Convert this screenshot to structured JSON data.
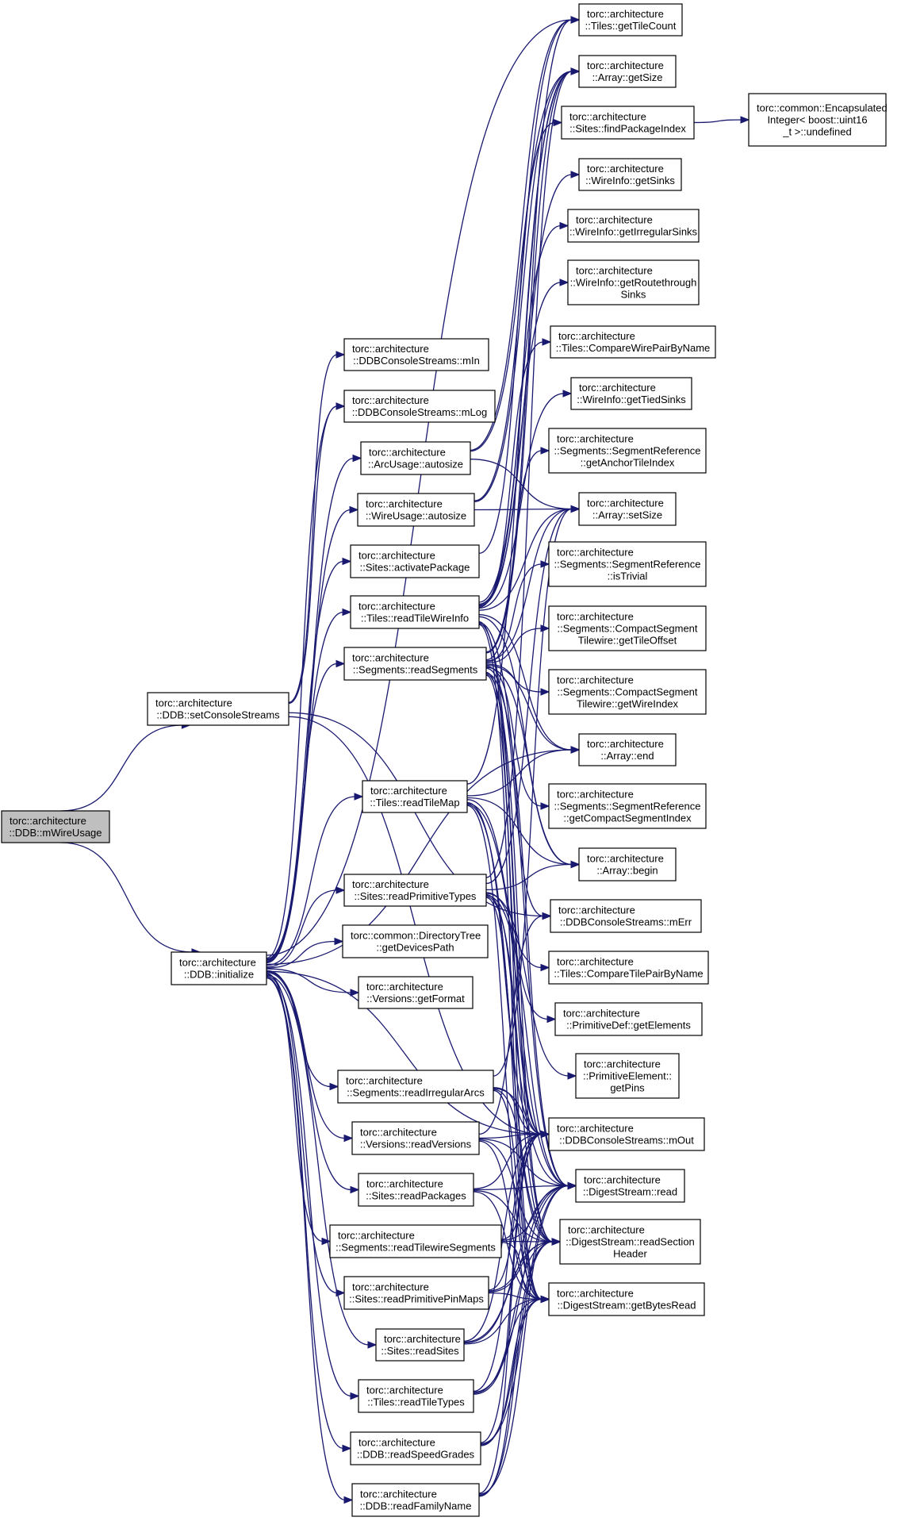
{
  "diagram": {
    "colors": {
      "edge": "#191970",
      "node_border": "#000000",
      "root_fill": "#bfbfbf",
      "node_fill": "#ffffff"
    },
    "nodes": [
      {
        "id": "mWireUsage",
        "lines": [
          "torc::architecture",
          "::DDB::mWireUsage"
        ],
        "root": true
      },
      {
        "id": "setConsoleStreams",
        "lines": [
          "torc::architecture",
          "::DDB::setConsoleStreams"
        ]
      },
      {
        "id": "initialize",
        "lines": [
          "torc::architecture",
          "::DDB::initialize"
        ]
      },
      {
        "id": "mIn",
        "lines": [
          "torc::architecture",
          "::DDBConsoleStreams::mIn"
        ]
      },
      {
        "id": "mLog",
        "lines": [
          "torc::architecture",
          "::DDBConsoleStreams::mLog"
        ]
      },
      {
        "id": "arcAutosize",
        "lines": [
          "torc::architecture",
          "::ArcUsage::autosize"
        ]
      },
      {
        "id": "wireAutosize",
        "lines": [
          "torc::architecture",
          "::WireUsage::autosize"
        ]
      },
      {
        "id": "activatePackage",
        "lines": [
          "torc::architecture",
          "::Sites::activatePackage"
        ]
      },
      {
        "id": "readTileWireInfo",
        "lines": [
          "torc::architecture",
          "::Tiles::readTileWireInfo"
        ]
      },
      {
        "id": "readSegments",
        "lines": [
          "torc::architecture",
          "::Segments::readSegments"
        ]
      },
      {
        "id": "readTileMap",
        "lines": [
          "torc::architecture",
          "::Tiles::readTileMap"
        ]
      },
      {
        "id": "readPrimitiveTypes",
        "lines": [
          "torc::architecture",
          "::Sites::readPrimitiveTypes"
        ]
      },
      {
        "id": "getDevicesPath",
        "lines": [
          "torc::common::DirectoryTree",
          "::getDevicesPath"
        ]
      },
      {
        "id": "getFormat",
        "lines": [
          "torc::architecture",
          "::Versions::getFormat"
        ]
      },
      {
        "id": "readIrregularArcs",
        "lines": [
          "torc::architecture",
          "::Segments::readIrregularArcs"
        ]
      },
      {
        "id": "readVersions",
        "lines": [
          "torc::architecture",
          "::Versions::readVersions"
        ]
      },
      {
        "id": "readPackages",
        "lines": [
          "torc::architecture",
          "::Sites::readPackages"
        ]
      },
      {
        "id": "readTilewireSegments",
        "lines": [
          "torc::architecture",
          "::Segments::readTilewireSegments"
        ]
      },
      {
        "id": "readPrimitivePinMaps",
        "lines": [
          "torc::architecture",
          "::Sites::readPrimitivePinMaps"
        ]
      },
      {
        "id": "readSites",
        "lines": [
          "torc::architecture",
          "::Sites::readSites"
        ]
      },
      {
        "id": "readTileTypes",
        "lines": [
          "torc::architecture",
          "::Tiles::readTileTypes"
        ]
      },
      {
        "id": "readSpeedGrades",
        "lines": [
          "torc::architecture",
          "::DDB::readSpeedGrades"
        ]
      },
      {
        "id": "readFamilyName",
        "lines": [
          "torc::architecture",
          "::DDB::readFamilyName"
        ]
      },
      {
        "id": "getTileCount",
        "lines": [
          "torc::architecture",
          "::Tiles::getTileCount"
        ]
      },
      {
        "id": "arrayGetSize",
        "lines": [
          "torc::architecture",
          "::Array::getSize"
        ]
      },
      {
        "id": "findPackageIndex",
        "lines": [
          "torc::architecture",
          "::Sites::findPackageIndex"
        ]
      },
      {
        "id": "getSinks",
        "lines": [
          "torc::architecture",
          "::WireInfo::getSinks"
        ]
      },
      {
        "id": "getIrregularSinks",
        "lines": [
          "torc::architecture",
          "::WireInfo::getIrregularSinks"
        ]
      },
      {
        "id": "getRoutethroughSinks",
        "lines": [
          "torc::architecture",
          "::WireInfo::getRoutethrough",
          "Sinks"
        ]
      },
      {
        "id": "compareWirePair",
        "lines": [
          "torc::architecture",
          "::Tiles::CompareWirePairByName"
        ]
      },
      {
        "id": "getTiedSinks",
        "lines": [
          "torc::architecture",
          "::WireInfo::getTiedSinks"
        ]
      },
      {
        "id": "getAnchorTileIndex",
        "lines": [
          "torc::architecture",
          "::Segments::SegmentReference",
          "::getAnchorTileIndex"
        ]
      },
      {
        "id": "arraySetSize",
        "lines": [
          "torc::architecture",
          "::Array::setSize"
        ]
      },
      {
        "id": "isTrivial",
        "lines": [
          "torc::architecture",
          "::Segments::SegmentReference",
          "::isTrivial"
        ]
      },
      {
        "id": "getTileOffset",
        "lines": [
          "torc::architecture",
          "::Segments::CompactSegment",
          "Tilewire::getTileOffset"
        ]
      },
      {
        "id": "getWireIndex",
        "lines": [
          "torc::architecture",
          "::Segments::CompactSegment",
          "Tilewire::getWireIndex"
        ]
      },
      {
        "id": "arrayEnd",
        "lines": [
          "torc::architecture",
          "::Array::end"
        ]
      },
      {
        "id": "getCompactSegmentIndex",
        "lines": [
          "torc::architecture",
          "::Segments::SegmentReference",
          "::getCompactSegmentIndex"
        ]
      },
      {
        "id": "arrayBegin",
        "lines": [
          "torc::architecture",
          "::Array::begin"
        ]
      },
      {
        "id": "mErr",
        "lines": [
          "torc::architecture",
          "::DDBConsoleStreams::mErr"
        ]
      },
      {
        "id": "compareTilePair",
        "lines": [
          "torc::architecture",
          "::Tiles::CompareTilePairByName"
        ]
      },
      {
        "id": "getElements",
        "lines": [
          "torc::architecture",
          "::PrimitiveDef::getElements"
        ]
      },
      {
        "id": "getPins",
        "lines": [
          "torc::architecture",
          "::PrimitiveElement::",
          "getPins"
        ]
      },
      {
        "id": "mOut",
        "lines": [
          "torc::architecture",
          "::DDBConsoleStreams::mOut"
        ]
      },
      {
        "id": "dsRead",
        "lines": [
          "torc::architecture",
          "::DigestStream::read"
        ]
      },
      {
        "id": "readSectionHeader",
        "lines": [
          "torc::architecture",
          "::DigestStream::readSection",
          "Header"
        ]
      },
      {
        "id": "getBytesRead",
        "lines": [
          "torc::architecture",
          "::DigestStream::getBytesRead"
        ]
      },
      {
        "id": "undefinedVal",
        "lines": [
          "torc::common::Encapsulated",
          "Integer< boost::uint16",
          "_t >::undefined"
        ]
      }
    ],
    "edges": [
      [
        "mWireUsage",
        "setConsoleStreams"
      ],
      [
        "mWireUsage",
        "initialize"
      ],
      [
        "setConsoleStreams",
        "mIn"
      ],
      [
        "setConsoleStreams",
        "mLog"
      ],
      [
        "setConsoleStreams",
        "mErr"
      ],
      [
        "setConsoleStreams",
        "mOut"
      ],
      [
        "initialize",
        "mLog"
      ],
      [
        "initialize",
        "arcAutosize"
      ],
      [
        "initialize",
        "wireAutosize"
      ],
      [
        "initialize",
        "activatePackage"
      ],
      [
        "initialize",
        "readTileWireInfo"
      ],
      [
        "initialize",
        "readSegments"
      ],
      [
        "initialize",
        "readTileMap"
      ],
      [
        "initialize",
        "readPrimitiveTypes"
      ],
      [
        "initialize",
        "getDevicesPath"
      ],
      [
        "initialize",
        "getFormat"
      ],
      [
        "initialize",
        "readIrregularArcs"
      ],
      [
        "initialize",
        "readVersions"
      ],
      [
        "initialize",
        "readPackages"
      ],
      [
        "initialize",
        "readTilewireSegments"
      ],
      [
        "initialize",
        "readPrimitivePinMaps"
      ],
      [
        "initialize",
        "readSites"
      ],
      [
        "initialize",
        "readTileTypes"
      ],
      [
        "initialize",
        "readSpeedGrades"
      ],
      [
        "initialize",
        "readFamilyName"
      ],
      [
        "initialize",
        "mOut"
      ],
      [
        "initialize",
        "arrayEnd"
      ],
      [
        "initialize",
        "getTileCount"
      ],
      [
        "arcAutosize",
        "getTileCount"
      ],
      [
        "arcAutosize",
        "arrayGetSize"
      ],
      [
        "arcAutosize",
        "arraySetSize"
      ],
      [
        "wireAutosize",
        "getTileCount"
      ],
      [
        "wireAutosize",
        "arrayGetSize"
      ],
      [
        "wireAutosize",
        "arraySetSize"
      ],
      [
        "activatePackage",
        "findPackageIndex"
      ],
      [
        "readTileWireInfo",
        "arrayGetSize"
      ],
      [
        "readTileWireInfo",
        "getSinks"
      ],
      [
        "readTileWireInfo",
        "getIrregularSinks"
      ],
      [
        "readTileWireInfo",
        "getRoutethroughSinks"
      ],
      [
        "readTileWireInfo",
        "compareWirePair"
      ],
      [
        "readTileWireInfo",
        "getTiedSinks"
      ],
      [
        "readTileWireInfo",
        "arraySetSize"
      ],
      [
        "readTileWireInfo",
        "arrayEnd"
      ],
      [
        "readTileWireInfo",
        "arrayBegin"
      ],
      [
        "readTileWireInfo",
        "mOut"
      ],
      [
        "readTileWireInfo",
        "dsRead"
      ],
      [
        "readTileWireInfo",
        "readSectionHeader"
      ],
      [
        "readTileWireInfo",
        "getBytesRead"
      ],
      [
        "readSegments",
        "getTileCount"
      ],
      [
        "readSegments",
        "arrayGetSize"
      ],
      [
        "readSegments",
        "getAnchorTileIndex"
      ],
      [
        "readSegments",
        "arraySetSize"
      ],
      [
        "readSegments",
        "isTrivial"
      ],
      [
        "readSegments",
        "getTileOffset"
      ],
      [
        "readSegments",
        "getWireIndex"
      ],
      [
        "readSegments",
        "arrayEnd"
      ],
      [
        "readSegments",
        "getCompactSegmentIndex"
      ],
      [
        "readSegments",
        "arrayBegin"
      ],
      [
        "readSegments",
        "mErr"
      ],
      [
        "readSegments",
        "mOut"
      ],
      [
        "readSegments",
        "dsRead"
      ],
      [
        "readSegments",
        "readSectionHeader"
      ],
      [
        "readSegments",
        "getBytesRead"
      ],
      [
        "readTileMap",
        "arrayGetSize"
      ],
      [
        "readTileMap",
        "arrayEnd"
      ],
      [
        "readTileMap",
        "arrayBegin"
      ],
      [
        "readTileMap",
        "compareTilePair"
      ],
      [
        "readTileMap",
        "mOut"
      ],
      [
        "readTileMap",
        "dsRead"
      ],
      [
        "readTileMap",
        "readSectionHeader"
      ],
      [
        "readTileMap",
        "getBytesRead"
      ],
      [
        "readPrimitiveTypes",
        "arrayGetSize"
      ],
      [
        "readPrimitiveTypes",
        "arraySetSize"
      ],
      [
        "readPrimitiveTypes",
        "arrayBegin"
      ],
      [
        "readPrimitiveTypes",
        "getElements"
      ],
      [
        "readPrimitiveTypes",
        "getPins"
      ],
      [
        "readPrimitiveTypes",
        "mOut"
      ],
      [
        "readPrimitiveTypes",
        "dsRead"
      ],
      [
        "readPrimitiveTypes",
        "readSectionHeader"
      ],
      [
        "readPrimitiveTypes",
        "getBytesRead"
      ],
      [
        "readIrregularArcs",
        "arraySetSize"
      ],
      [
        "readIrregularArcs",
        "mOut"
      ],
      [
        "readIrregularArcs",
        "dsRead"
      ],
      [
        "readIrregularArcs",
        "readSectionHeader"
      ],
      [
        "readIrregularArcs",
        "getBytesRead"
      ],
      [
        "readVersions",
        "mErr"
      ],
      [
        "readVersions",
        "mOut"
      ],
      [
        "readVersions",
        "dsRead"
      ],
      [
        "readVersions",
        "readSectionHeader"
      ],
      [
        "readVersions",
        "getBytesRead"
      ],
      [
        "readPackages",
        "mOut"
      ],
      [
        "readPackages",
        "dsRead"
      ],
      [
        "readPackages",
        "readSectionHeader"
      ],
      [
        "readPackages",
        "getBytesRead"
      ],
      [
        "readTilewireSegments",
        "mOut"
      ],
      [
        "readTilewireSegments",
        "dsRead"
      ],
      [
        "readTilewireSegments",
        "readSectionHeader"
      ],
      [
        "readTilewireSegments",
        "getBytesRead"
      ],
      [
        "readPrimitivePinMaps",
        "mOut"
      ],
      [
        "readPrimitivePinMaps",
        "dsRead"
      ],
      [
        "readPrimitivePinMaps",
        "readSectionHeader"
      ],
      [
        "readPrimitivePinMaps",
        "getBytesRead"
      ],
      [
        "readSites",
        "mOut"
      ],
      [
        "readSites",
        "dsRead"
      ],
      [
        "readSites",
        "readSectionHeader"
      ],
      [
        "readSites",
        "getBytesRead"
      ],
      [
        "readTileTypes",
        "mOut"
      ],
      [
        "readTileTypes",
        "dsRead"
      ],
      [
        "readTileTypes",
        "readSectionHeader"
      ],
      [
        "readTileTypes",
        "getBytesRead"
      ],
      [
        "readSpeedGrades",
        "mOut"
      ],
      [
        "readSpeedGrades",
        "dsRead"
      ],
      [
        "readSpeedGrades",
        "readSectionHeader"
      ],
      [
        "readSpeedGrades",
        "getBytesRead"
      ],
      [
        "readFamilyName",
        "mOut"
      ],
      [
        "readFamilyName",
        "dsRead"
      ],
      [
        "readFamilyName",
        "readSectionHeader"
      ],
      [
        "readFamilyName",
        "getBytesRead"
      ],
      [
        "findPackageIndex",
        "undefinedVal"
      ]
    ]
  }
}
